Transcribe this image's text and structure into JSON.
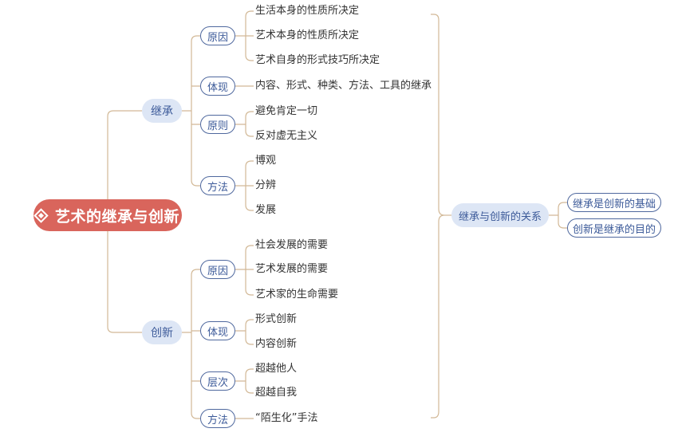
{
  "root": {
    "label": "艺术的继承与创新",
    "icon": "diamond-icon"
  },
  "inherit": {
    "label": "继承",
    "groups": [
      {
        "label": "原因",
        "items": [
          "生活本身的性质所决定",
          "艺术本身的性质所决定",
          "艺术自身的形式技巧所决定"
        ]
      },
      {
        "label": "体现",
        "items": [
          "内容、形式、种类、方法、工具的继承"
        ]
      },
      {
        "label": "原则",
        "items": [
          "避免肯定一切",
          "反对虚无主义"
        ]
      },
      {
        "label": "方法",
        "items": [
          "博观",
          "分辨",
          "发展"
        ]
      }
    ]
  },
  "innovate": {
    "label": "创新",
    "groups": [
      {
        "label": "原因",
        "items": [
          "社会发展的需要",
          "艺术发展的需要",
          "艺术家的生命需要"
        ]
      },
      {
        "label": "体现",
        "items": [
          "形式创新",
          "内容创新"
        ]
      },
      {
        "label": "层次",
        "items": [
          "超越他人",
          "超越自我"
        ]
      },
      {
        "label": "方法",
        "items": [
          "“陌生化”手法"
        ]
      }
    ]
  },
  "relation": {
    "label": "继承与创新的关系",
    "items": [
      "继承是创新的基础",
      "创新是继承的目的"
    ]
  },
  "colors": {
    "root": "#d9655c",
    "branch_bg": "#dde6f5",
    "node_border": "#4f689e",
    "node_text": "#3c5a99",
    "connector": "#d2b896"
  }
}
